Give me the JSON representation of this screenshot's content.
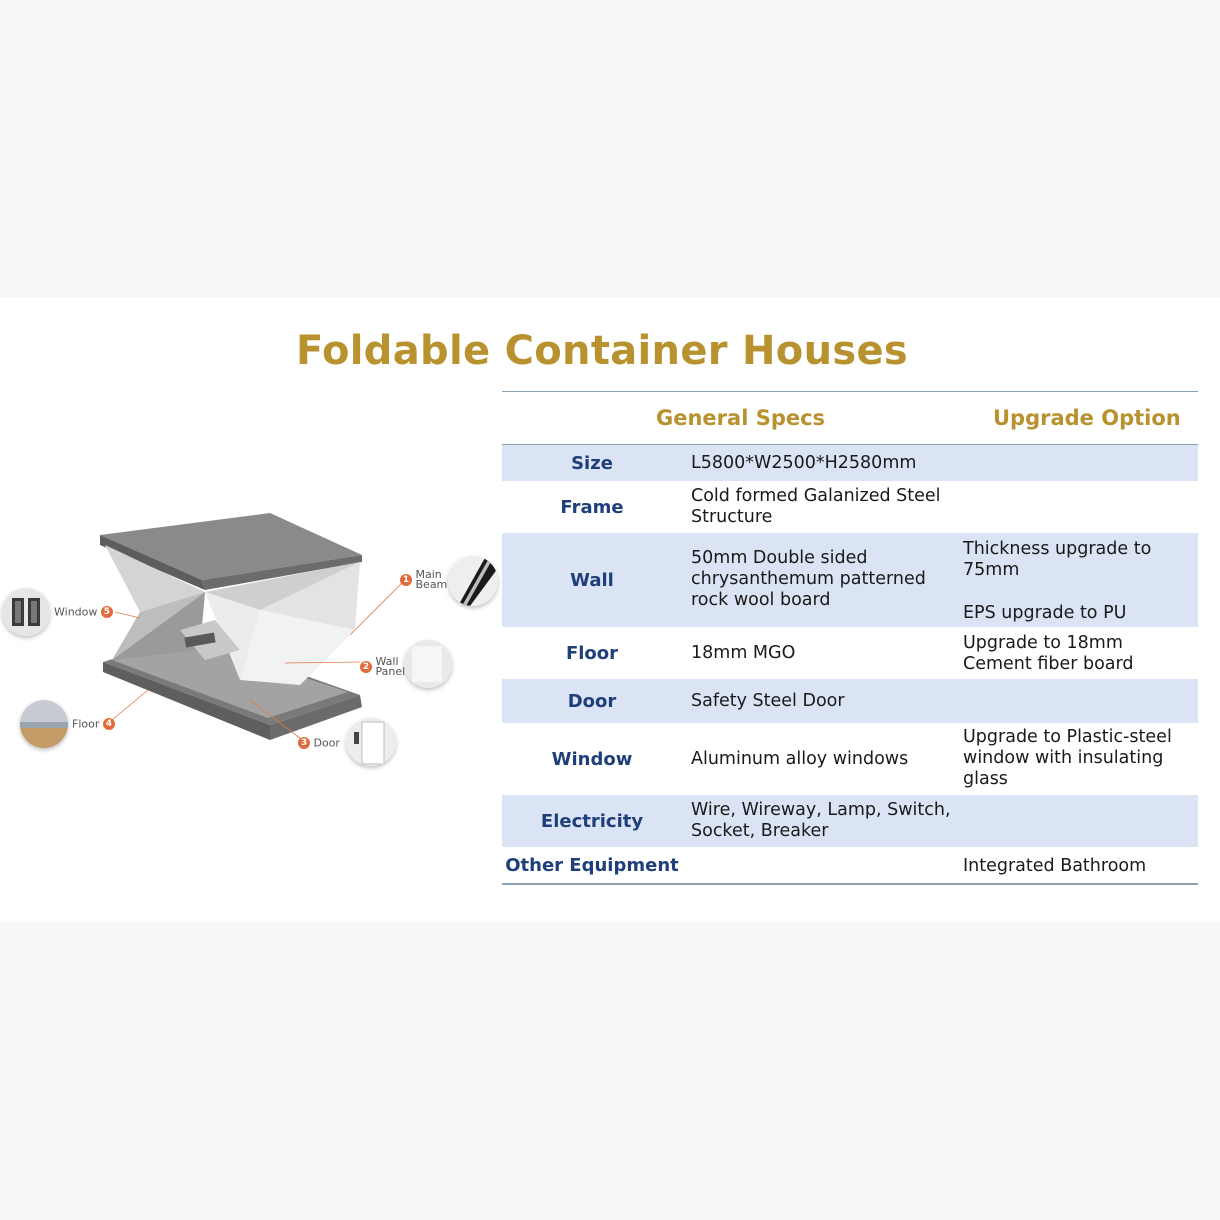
{
  "title": "Foldable Container Houses",
  "table": {
    "headers": {
      "general": "General Specs",
      "upgrade": "Upgrade Option"
    },
    "rows": [
      {
        "label": "Size",
        "general": [
          "L5800*W2500*H2580mm"
        ],
        "upgrade": []
      },
      {
        "label": "Frame",
        "general": [
          "Cold formed Galanized Steel",
          "Structure"
        ],
        "upgrade": []
      },
      {
        "label": "Wall",
        "general": [
          "50mm Double sided",
          "chrysanthemum patterned",
          "rock wool board"
        ],
        "upgrade": [
          "Thickness upgrade to",
          "75mm",
          "EPS upgrade to PU"
        ]
      },
      {
        "label": "Floor",
        "general": [
          "18mm MGO"
        ],
        "upgrade": [
          "Upgrade to 18mm",
          "Cement fiber board"
        ]
      },
      {
        "label": "Door",
        "general": [
          "Safety Steel Door"
        ],
        "upgrade": []
      },
      {
        "label": "Window",
        "general": [
          "Aluminum alloy windows"
        ],
        "upgrade": [
          "Upgrade to Plastic-steel",
          "window with insulating",
          "glass"
        ]
      },
      {
        "label": "Electricity",
        "general": [
          "Wire, Wireway, Lamp, Switch,",
          "Socket, Breaker"
        ],
        "upgrade": []
      },
      {
        "label": "Other Equipment",
        "general": [],
        "upgrade": [
          "Integrated Bathroom"
        ]
      }
    ]
  },
  "illustration": {
    "callouts": {
      "main_beam": {
        "num": "1",
        "line1": "Main",
        "line2": "Beam"
      },
      "wall_panel": {
        "num": "2",
        "line1": "Wall",
        "line2": "Panel"
      },
      "door": {
        "num": "3",
        "label": "Door"
      },
      "floor": {
        "num": "4",
        "label": "Floor"
      },
      "window": {
        "num": "5",
        "label": "Window"
      }
    }
  }
}
